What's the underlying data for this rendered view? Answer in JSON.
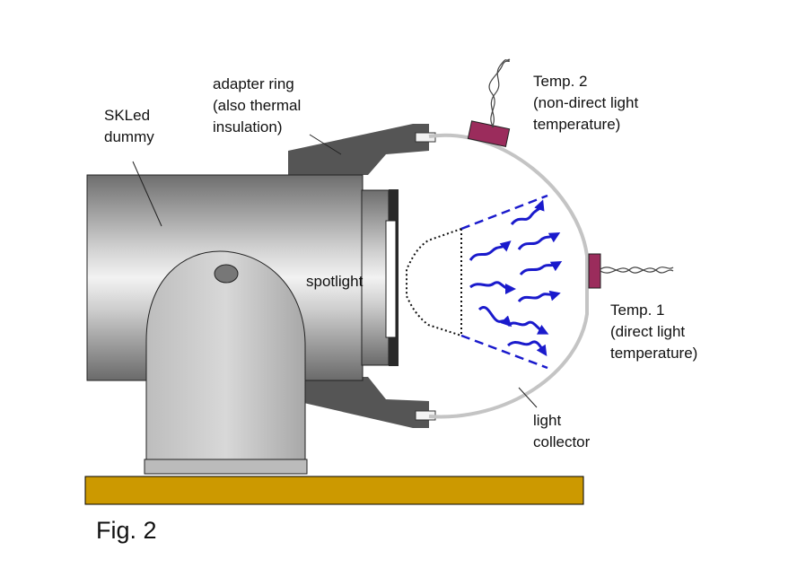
{
  "labels": {
    "dummy_line1": "SKLed",
    "dummy_line2": "dummy",
    "adapter_line1": "adapter ring",
    "adapter_line2": "(also thermal",
    "adapter_line3": "insulation)",
    "temp2_line1": "Temp. 2",
    "temp2_line2": "(non-direct light",
    "temp2_line3": "temperature)",
    "temp1_line1": "Temp. 1",
    "temp1_line2": "(direct light",
    "temp1_line3": "temperature)",
    "spotlight": "spotlight",
    "collector_line1": "light",
    "collector_line2": "collector",
    "figure_caption": "Fig. 2"
  },
  "colors": {
    "base_plate": "#cc9900",
    "adapter": "#555555",
    "sensor": "#9b2c5c",
    "light_arrows": "#1a1acc",
    "collector": "#c4c4c4"
  }
}
